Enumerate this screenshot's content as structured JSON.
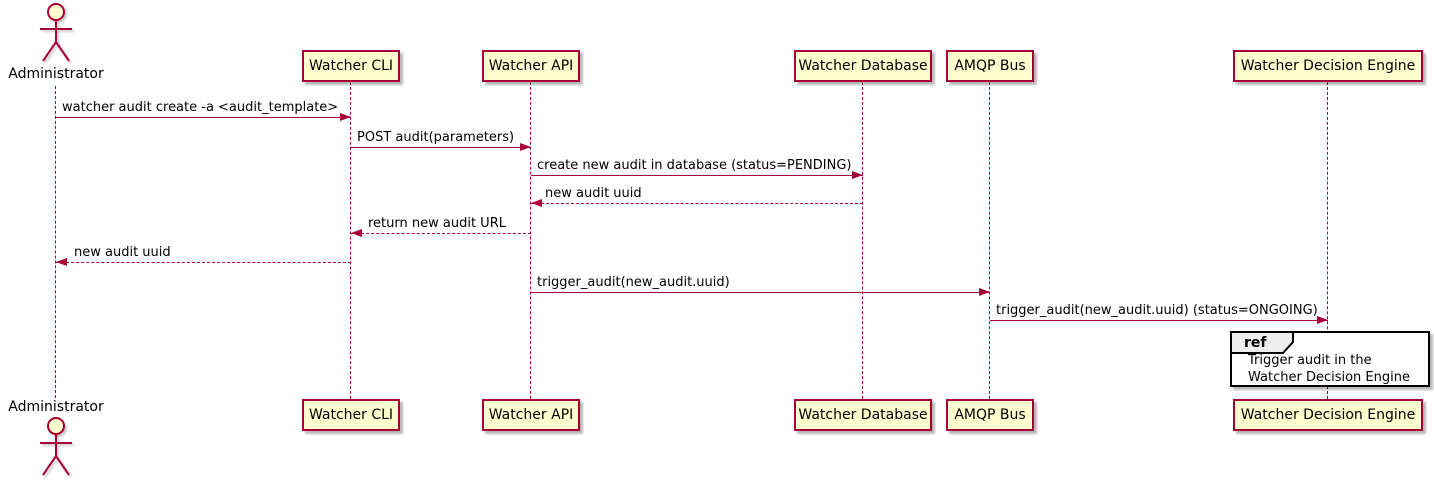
{
  "diagram": {
    "type": "sequence",
    "colors": {
      "participant_fill": "#FEFECE",
      "participant_border": "#A80036",
      "arrow": "#A80036",
      "lifeline": "#A80036",
      "ref_border": "#000000",
      "ref_tab_fill": "#EEEEEE",
      "ref_fill": "#FFFFFF",
      "text": "#000000"
    },
    "actor": {
      "label": "Administrator"
    },
    "participants": [
      {
        "label": "Watcher CLI"
      },
      {
        "label": "Watcher API"
      },
      {
        "label": "Watcher Database"
      },
      {
        "label": "AMQP Bus"
      },
      {
        "label": "Watcher Decision Engine"
      }
    ],
    "messages": [
      {
        "text": "watcher audit create -a <audit_template>",
        "from": "Administrator",
        "to": "Watcher CLI",
        "style": "solid"
      },
      {
        "text": "POST audit(parameters)",
        "from": "Watcher CLI",
        "to": "Watcher API",
        "style": "solid"
      },
      {
        "text": "create new audit in database (status=PENDING)",
        "from": "Watcher API",
        "to": "Watcher Database",
        "style": "solid"
      },
      {
        "text": "new audit uuid",
        "from": "Watcher Database",
        "to": "Watcher API",
        "style": "dashed"
      },
      {
        "text": "return new audit URL",
        "from": "Watcher API",
        "to": "Watcher CLI",
        "style": "dashed"
      },
      {
        "text": "new audit uuid",
        "from": "Watcher CLI",
        "to": "Administrator",
        "style": "dashed"
      },
      {
        "text": "trigger_audit(new_audit.uuid)",
        "from": "Watcher API",
        "to": "AMQP Bus",
        "style": "solid"
      },
      {
        "text": "trigger_audit(new_audit.uuid) (status=ONGOING)",
        "from": "AMQP Bus",
        "to": "Watcher Decision Engine",
        "style": "solid"
      }
    ],
    "ref": {
      "keyword": "ref",
      "lines": {
        "0": "Trigger audit in the",
        "1": "Watcher Decision Engine"
      }
    }
  }
}
